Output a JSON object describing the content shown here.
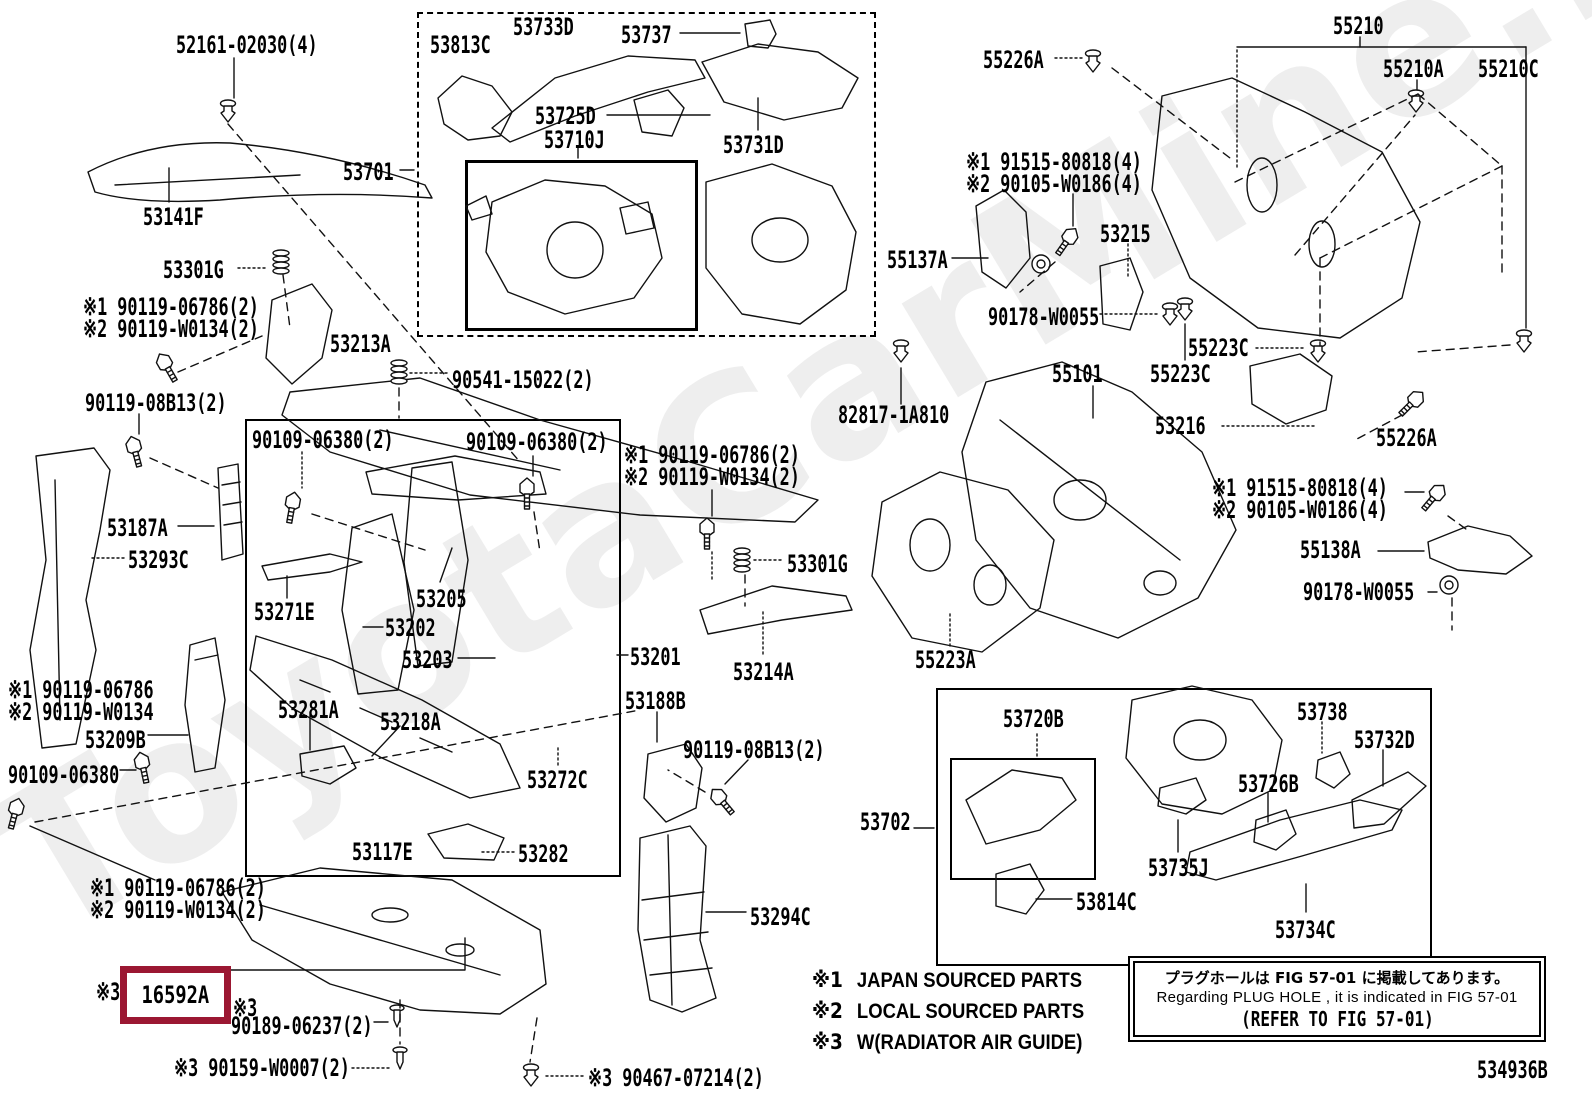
{
  "figure": {
    "code": "534936B",
    "watermark": "ToyotaCarMine.ru"
  },
  "highlight": {
    "part": "16592A",
    "mark": "※3",
    "color": "#9b1732"
  },
  "legend": {
    "items": [
      {
        "mark": "※1",
        "text": "JAPAN SOURCED PARTS"
      },
      {
        "mark": "※2",
        "text": "LOCAL SOURCED PARTS"
      },
      {
        "mark": "※3",
        "text": "W(RADIATOR AIR GUIDE)"
      }
    ]
  },
  "note": {
    "jp": "プラグホールは FIG 57-01 に掲載してあります。",
    "en": "Regarding PLUG HOLE , it is indicated in FIG 57-01",
    "ref": "(REFER TO FIG 57-01)"
  },
  "labels": {
    "p52161": "52161-02030(4)",
    "p53141f": "53141F",
    "p53301g_a": "53301G",
    "m1_90119_06786_a": "※1 90119-06786(2)",
    "m2_90119_w0134_a": "※2 90119-W0134(2)",
    "p53701": "53701",
    "p53813c": "53813C",
    "p53733d": "53733D",
    "p53737": "53737",
    "p53725d": "53725D",
    "p53710j": "53710J",
    "p53731d": "53731D",
    "p53213a": "53213A",
    "p90541": "90541-15022(2)",
    "p90119_08b13_a": "90119-08B13(2)",
    "p53187a": "53187A",
    "p53293c": "53293C",
    "p90109_06380_a": "90109-06380(2)",
    "p90109_06380_b": "90109-06380(2)",
    "m1_90119_06786_b": "※1 90119-06786(2)",
    "m2_90119_w0134_b": "※2 90119-W0134(2)",
    "p53301g_b": "53301G",
    "p53271e": "53271E",
    "p53205": "53205",
    "p53202": "53202",
    "p53203": "53203",
    "p53201": "53201",
    "p53214a": "53214A",
    "p53188b": "53188B",
    "p90119_08b13_b": "90119-08B13(2)",
    "m1_90119_06786_c": "※1 90119-06786",
    "m2_90119_w0134_c": "※2 90119-W0134",
    "p53209b": "53209B",
    "p90109_06380_c": "90109-06380",
    "p53281a": "53281A",
    "p53218a": "53218A",
    "p53272c": "53272C",
    "p53117e": "53117E",
    "p53282": "53282",
    "m1_90119_06786_d": "※1 90119-06786(2)",
    "m2_90119_w0134_d": "※2 90119-W0134(2)",
    "m3_a": "※3",
    "p16592a": "16592A",
    "m3_b": "※3",
    "p90189": "90189-06237(2)",
    "p90159": "※3 90159-W0007(2)",
    "p90467": "※3 90467-07214(2)",
    "p53294c": "53294C",
    "p55226a_a": "55226A",
    "p55210": "55210",
    "p55210a": "55210A",
    "p55210c": "55210C",
    "m1_91515_a": "※1 91515-80818(4)",
    "m2_90105_a": "※2 90105-W0186(4)",
    "p55137a": "55137A",
    "p53215": "53215",
    "p90178_a": "90178-W0055",
    "p55101": "55101",
    "p55223c_a": "55223C",
    "p55223c_b": "55223C",
    "p82817": "82817-1A810",
    "p53216": "53216",
    "p55226a_b": "55226A",
    "m1_91515_b": "※1 91515-80818(4)",
    "m2_90105_b": "※2 90105-W0186(4)",
    "p55138a": "55138A",
    "p90178_b": "90178-W0055",
    "p55223a": "55223A",
    "p53702": "53702",
    "p53720b": "53720B",
    "p53738": "53738",
    "p53732d": "53732D",
    "p53726b": "53726B",
    "p53735j": "53735J",
    "p53814c": "53814C",
    "p53734c": "53734C"
  }
}
